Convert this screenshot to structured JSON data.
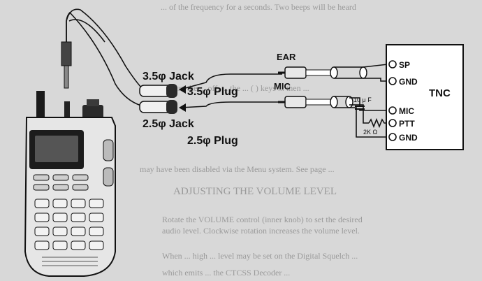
{
  "labels": {
    "ear": "EAR",
    "mic": "MIC",
    "jack_35": "3.5φ Jack",
    "jack_25": "2.5φ Jack",
    "plug_35": "3.5φ Plug",
    "plug_25": "2.5φ Plug",
    "tnc": "TNC",
    "sp": "SP",
    "gnd_top": "GND",
    "tnc_mic": "MIC",
    "ptt": "PTT",
    "gnd_bottom": "GND",
    "capacitor": "10 μ F",
    "resistor": "2K Ω"
  },
  "background_text": {
    "line_1": "... of the frequency for a seconds. Two beeps will be heard",
    "line_2": "To turn the ... off, ... the ... ( ) keys ... then ...",
    "line_3": "may have been disabled via the Menu system. See page ...",
    "line_4": "ADJUSTING THE VOLUME LEVEL",
    "line_5": "Rotate the VOLUME control (inner knob) to set the desired",
    "line_6": "audio level. Clockwise rotation increases the volume level.",
    "line_7": "When ... high ... level may be set on the Digital Squelch ...",
    "line_8": "which emits ... the CTCSS Decoder ..."
  },
  "colors": {
    "background": "#d8d8d8",
    "ink": "#111111",
    "faint_text": "#9a9a9a",
    "tnc_box": "#ffffff"
  }
}
